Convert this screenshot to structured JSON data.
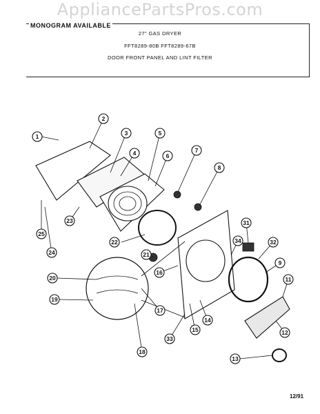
{
  "watermark": "AppliancePartsPros.com",
  "header": {
    "tab_label": "MONOGRAM AVAILABLE",
    "line1": "27\" GAS DRYER",
    "line2": "FFT8289-80B  FFT8289-67B",
    "line3": "DOOR FRONT PANEL AND LINT FILTER"
  },
  "footer": {
    "date": "12/91"
  },
  "callouts": [
    "1",
    "2",
    "3",
    "4",
    "5",
    "6",
    "7",
    "8",
    "9",
    "11",
    "12",
    "13",
    "14",
    "15",
    "16",
    "17",
    "18",
    "19",
    "20",
    "21",
    "22",
    "23",
    "24",
    "25",
    "31",
    "32",
    "33",
    "34"
  ]
}
